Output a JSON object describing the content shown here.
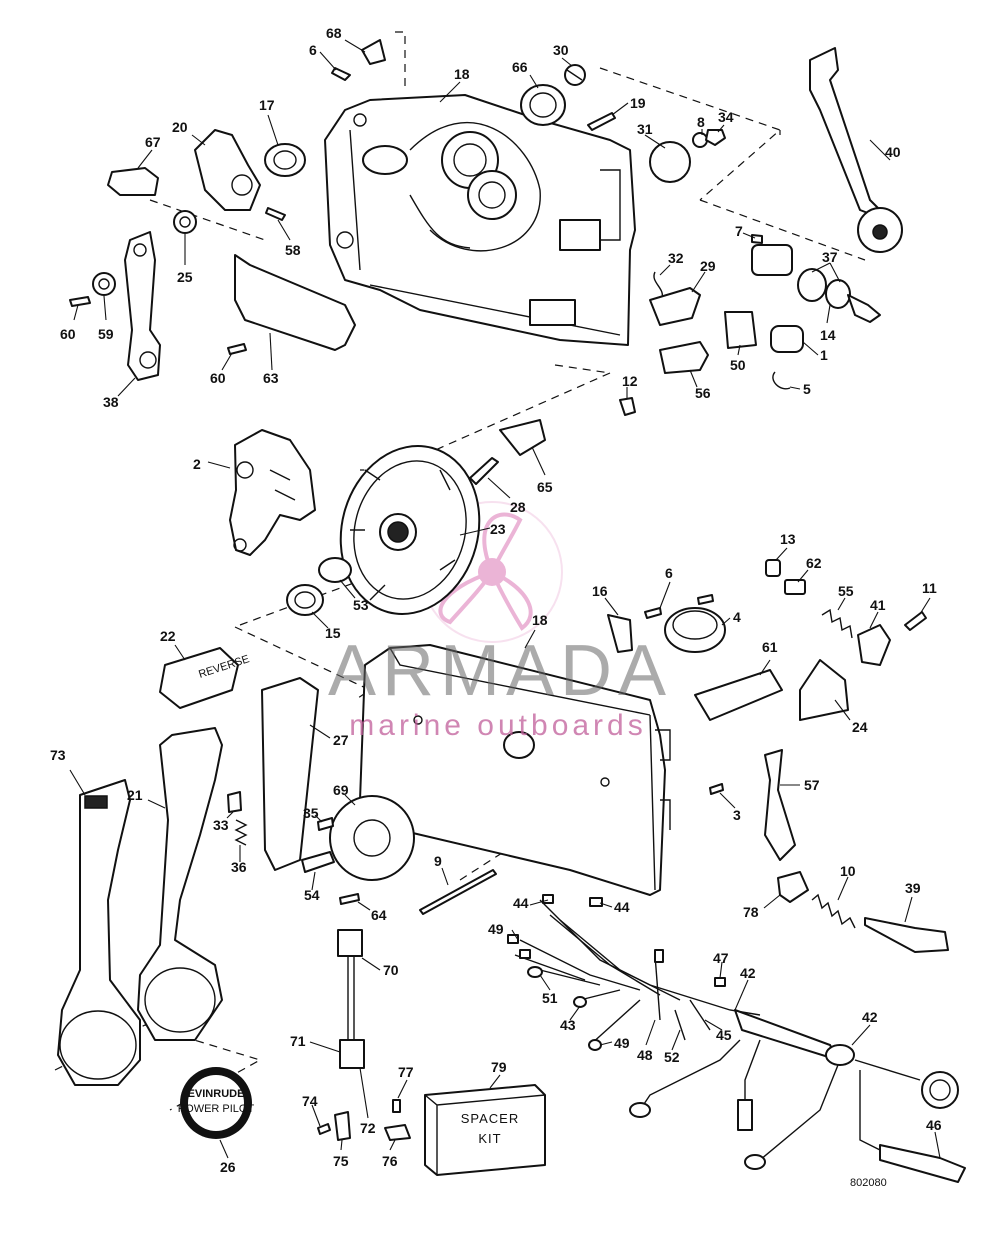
{
  "diagram": {
    "drawing_number": "802080",
    "spacer_kit_label_line1": "SPACER",
    "spacer_kit_label_line2": "KIT",
    "decal_22_text": "REVERSE",
    "badge_26_text": "EVINRUDE",
    "badge_26_subtext": "POWER PILOT"
  },
  "watermark": {
    "brand": "ARMADA",
    "tagline": "marine outboards",
    "logo_color": "#e8a8d0",
    "text_color": "#666666",
    "tagline_color": "#c05d9a"
  },
  "callouts": [
    {
      "id": "c68",
      "label": "68"
    },
    {
      "id": "c6a",
      "label": "6"
    },
    {
      "id": "c18a",
      "label": "18"
    },
    {
      "id": "c66",
      "label": "66"
    },
    {
      "id": "c30",
      "label": "30"
    },
    {
      "id": "c19",
      "label": "19"
    },
    {
      "id": "c8",
      "label": "8"
    },
    {
      "id": "c34",
      "label": "34"
    },
    {
      "id": "c31",
      "label": "31"
    },
    {
      "id": "c40",
      "label": "40"
    },
    {
      "id": "c67",
      "label": "67"
    },
    {
      "id": "c20",
      "label": "20"
    },
    {
      "id": "c17",
      "label": "17"
    },
    {
      "id": "c58",
      "label": "58"
    },
    {
      "id": "c25",
      "label": "25"
    },
    {
      "id": "c60a",
      "label": "60"
    },
    {
      "id": "c59",
      "label": "59"
    },
    {
      "id": "c60b",
      "label": "60"
    },
    {
      "id": "c63",
      "label": "63"
    },
    {
      "id": "c38",
      "label": "38"
    },
    {
      "id": "c7",
      "label": "7"
    },
    {
      "id": "c37",
      "label": "37"
    },
    {
      "id": "c32",
      "label": "32"
    },
    {
      "id": "c29",
      "label": "29"
    },
    {
      "id": "c14",
      "label": "14"
    },
    {
      "id": "c50",
      "label": "50"
    },
    {
      "id": "c1",
      "label": "1"
    },
    {
      "id": "c5",
      "label": "5"
    },
    {
      "id": "c56",
      "label": "56"
    },
    {
      "id": "c12",
      "label": "12"
    },
    {
      "id": "c2",
      "label": "2"
    },
    {
      "id": "c65",
      "label": "65"
    },
    {
      "id": "c28",
      "label": "28"
    },
    {
      "id": "c23",
      "label": "23"
    },
    {
      "id": "c53",
      "label": "53"
    },
    {
      "id": "c15",
      "label": "15"
    },
    {
      "id": "c13",
      "label": "13"
    },
    {
      "id": "c6b",
      "label": "6"
    },
    {
      "id": "c62",
      "label": "62"
    },
    {
      "id": "c16",
      "label": "16"
    },
    {
      "id": "c4",
      "label": "4"
    },
    {
      "id": "c55",
      "label": "55"
    },
    {
      "id": "c41",
      "label": "41"
    },
    {
      "id": "c11",
      "label": "11"
    },
    {
      "id": "c18b",
      "label": "18"
    },
    {
      "id": "c22",
      "label": "22"
    },
    {
      "id": "c61",
      "label": "61"
    },
    {
      "id": "c24",
      "label": "24"
    },
    {
      "id": "c27",
      "label": "27"
    },
    {
      "id": "c73",
      "label": "73"
    },
    {
      "id": "c21",
      "label": "21"
    },
    {
      "id": "c33",
      "label": "33"
    },
    {
      "id": "c35",
      "label": "35"
    },
    {
      "id": "c69",
      "label": "69"
    },
    {
      "id": "c36",
      "label": "36"
    },
    {
      "id": "c57",
      "label": "57"
    },
    {
      "id": "c3",
      "label": "3"
    },
    {
      "id": "c54",
      "label": "54"
    },
    {
      "id": "c64",
      "label": "64"
    },
    {
      "id": "c9",
      "label": "9"
    },
    {
      "id": "c10",
      "label": "10"
    },
    {
      "id": "c39",
      "label": "39"
    },
    {
      "id": "c78",
      "label": "78"
    },
    {
      "id": "c44a",
      "label": "44"
    },
    {
      "id": "c44b",
      "label": "44"
    },
    {
      "id": "c49a",
      "label": "49"
    },
    {
      "id": "c47",
      "label": "47"
    },
    {
      "id": "c42a",
      "label": "42"
    },
    {
      "id": "c70",
      "label": "70"
    },
    {
      "id": "c51",
      "label": "51"
    },
    {
      "id": "c43",
      "label": "43"
    },
    {
      "id": "c49b",
      "label": "49"
    },
    {
      "id": "c48",
      "label": "48"
    },
    {
      "id": "c52",
      "label": "52"
    },
    {
      "id": "c45",
      "label": "45"
    },
    {
      "id": "c42b",
      "label": "42"
    },
    {
      "id": "c71",
      "label": "71"
    },
    {
      "id": "c79",
      "label": "79"
    },
    {
      "id": "c74",
      "label": "74"
    },
    {
      "id": "c77",
      "label": "77"
    },
    {
      "id": "c72",
      "label": "72"
    },
    {
      "id": "c75",
      "label": "75"
    },
    {
      "id": "c76",
      "label": "76"
    },
    {
      "id": "c26",
      "label": "26"
    },
    {
      "id": "c46",
      "label": "46"
    }
  ]
}
